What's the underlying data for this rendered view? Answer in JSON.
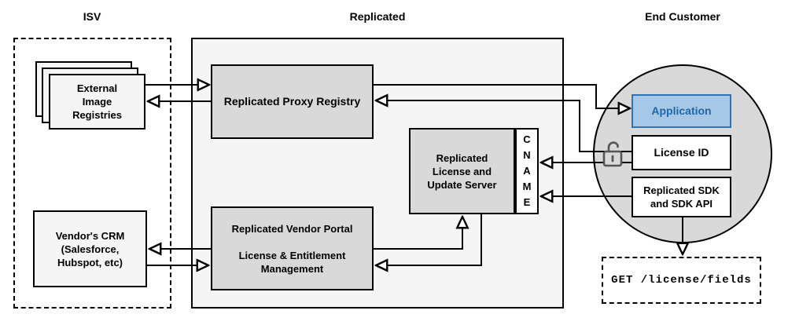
{
  "headers": {
    "isv": "ISV",
    "replicated": "Replicated",
    "end_customer": "End Customer"
  },
  "nodes": {
    "external_image_registries": {
      "label": "External\nImage\nRegistries"
    },
    "vendors_crm": {
      "label": "Vendor's CRM\n(Salesforce,\nHubspot, etc)"
    },
    "proxy_registry": {
      "label": "Replicated Proxy Registry"
    },
    "license_update_server": {
      "label": "Replicated\nLicense and\nUpdate Server"
    },
    "cname": {
      "label": "CNAME"
    },
    "vendor_portal": {
      "label": "Replicated Vendor Portal\n\nLicense & Entitlement\nManagement"
    },
    "application": {
      "label": "Application"
    },
    "license_id": {
      "label": "License ID"
    },
    "replicated_sdk": {
      "label": "Replicated SDK\nand SDK API"
    },
    "api_request": {
      "label": "GET /license/fields"
    }
  },
  "icons": {
    "lock": "open-padlock-icon"
  },
  "colors": {
    "container_fill": "#f5f5f5",
    "node_fill": "#d9d9d9",
    "light_node_fill": "#f5f5f5",
    "white_fill": "#ffffff",
    "line_stroke": "#000000",
    "application_fill": "#a7c7e7",
    "application_border": "#2e75b6",
    "application_text": "#2166a5",
    "lock_color": "#555555"
  },
  "connections": [
    {
      "from": "external_image_registries",
      "to": "proxy_registry"
    },
    {
      "from": "proxy_registry",
      "to": "external_image_registries"
    },
    {
      "from": "vendor_portal",
      "to": "vendors_crm"
    },
    {
      "from": "vendors_crm",
      "to": "vendor_portal"
    },
    {
      "from": "proxy_registry",
      "to": "application"
    },
    {
      "from": "license_id",
      "to": "proxy_registry"
    },
    {
      "from": "license_id",
      "to": "cname"
    },
    {
      "from": "replicated_sdk",
      "to": "cname"
    },
    {
      "from": "vendor_portal",
      "to": "license_update_server"
    },
    {
      "from": "license_update_server",
      "to": "vendor_portal"
    },
    {
      "from": "replicated_sdk",
      "to": "api_request"
    }
  ]
}
